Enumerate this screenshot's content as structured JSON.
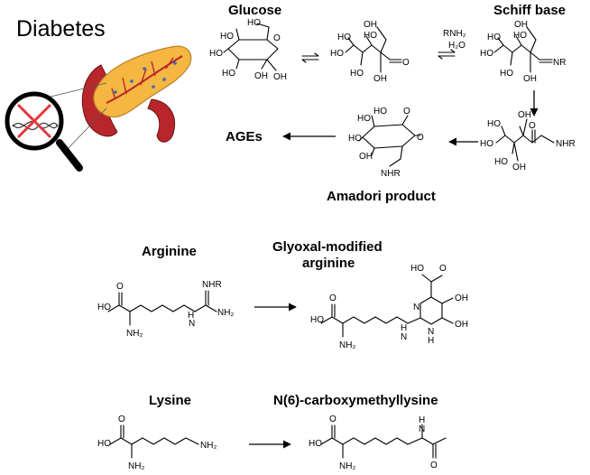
{
  "title": "Diabetes",
  "compounds": {
    "glucose": "Glucose",
    "schiff_base": "Schiff base",
    "amadori": "Amadori product",
    "ages": "AGEs",
    "arginine": "Arginine",
    "glyoxal_line1": "Glyoxal-modified",
    "glyoxal_line2": "arginine",
    "lysine": "Lysine",
    "cml": "N(6)-carboxymethyllysine"
  },
  "reagents": {
    "amine": "RNH₂",
    "water": "H₂O"
  },
  "atoms": {
    "ho": "HO",
    "oh": "OH",
    "o": "O",
    "nh": "NHR",
    "nr": "NR",
    "h": "H",
    "n": "N",
    "nh2": "NH₂",
    "h2n": "NH₂"
  },
  "icons": [
    "pancreas-icon",
    "magnifier-icon",
    "crossed-dna-icon"
  ],
  "colors": {
    "pancreas": "#f5b642",
    "tissue": "#b8262b",
    "lens_cross": "#e23b3b"
  }
}
